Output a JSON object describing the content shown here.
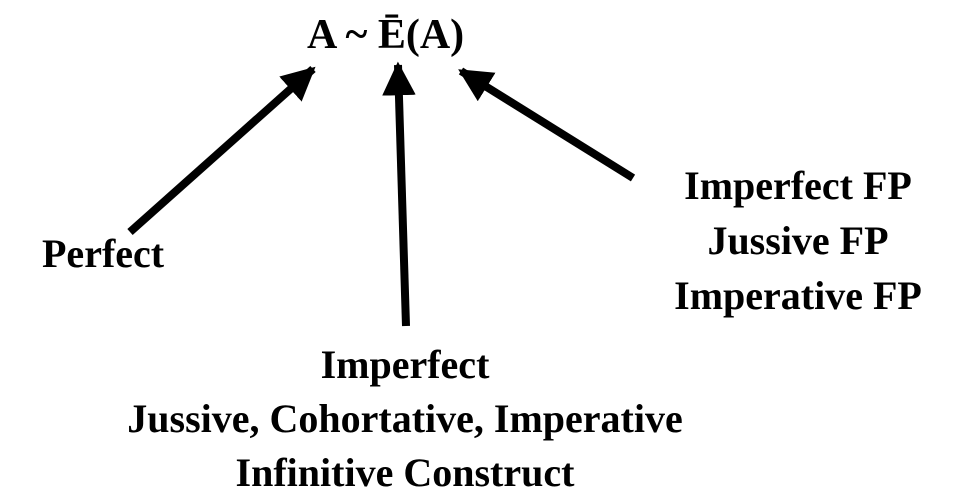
{
  "formula": "A ~ Ē(A)",
  "left_label": "Perfect",
  "right_labels": [
    "Imperfect FP",
    "Jussive FP",
    "Imperative FP"
  ],
  "bottom_labels": [
    "Imperfect",
    "Jussive, Cohortative, Imperative",
    "Infinitive Construct"
  ],
  "colors": {
    "ink": "#000000",
    "background": "#ffffff"
  }
}
